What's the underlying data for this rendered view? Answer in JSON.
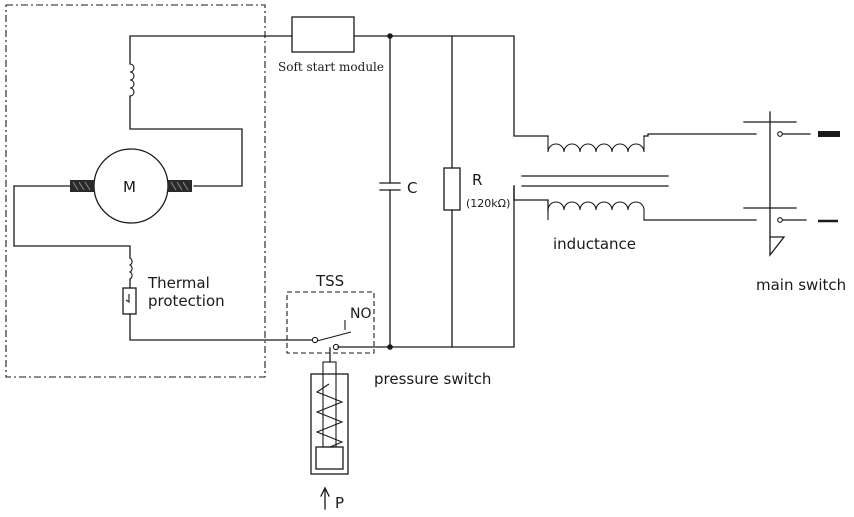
{
  "labels": {
    "soft_start": "Soft start module",
    "motor": "M",
    "thermal_line1": "Thermal",
    "thermal_line2": "protection",
    "tss": "TSS",
    "no": "NO",
    "capacitor": "C",
    "resistor": "R",
    "resistor_value": "(120kΩ)",
    "inductance": "inductance",
    "main_switch": "main switch",
    "pressure_switch": "pressure switch",
    "pressure": "P"
  }
}
